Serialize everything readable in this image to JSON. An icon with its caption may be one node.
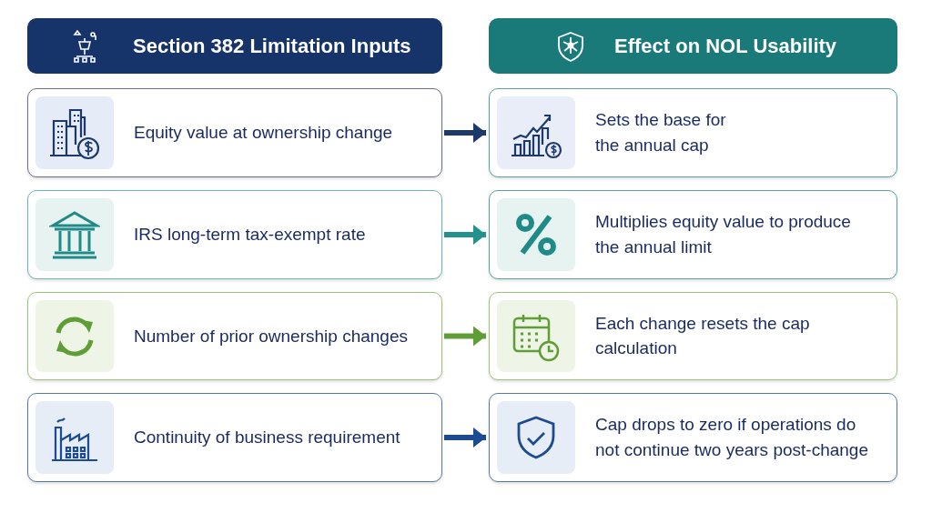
{
  "diagram": {
    "nodes": [
      {
        "text": [
          "Section 382 Limitation Inputs"
        ]
      },
      {
        "text": [
          "Effect on NOL Usability"
        ]
      },
      {
        "text": [
          "Equity value at ownership change"
        ]
      },
      {
        "text": [
          "Sets the base for the annual cap"
        ]
      },
      {
        "text": [
          "IRS long-term tax-exempt rate"
        ]
      },
      {
        "text": [
          "Multiplies equity value to produce the annual limit"
        ]
      },
      {
        "text": [
          "Number of prior ownership changes"
        ]
      },
      {
        "text": [
          "Each change resets the cap calculation"
        ]
      },
      {
        "text": [
          "Continuity of business requirement"
        ]
      },
      {
        "text": [
          "Cap drops to zero if operations do not continue two years post-change"
        ]
      }
    ],
    "edges": [
      {
        "from": 2,
        "to": 3,
        "arrow": "to",
        "color": "#1b3a6b"
      },
      {
        "from": 4,
        "to": 5,
        "arrow": "to",
        "color": "#23918c"
      },
      {
        "from": 6,
        "to": 7,
        "arrow": "to",
        "color": "#5f9e36"
      },
      {
        "from": 8,
        "to": 9,
        "arrow": "to",
        "color": "#1d4b8f"
      }
    ]
  }
}
